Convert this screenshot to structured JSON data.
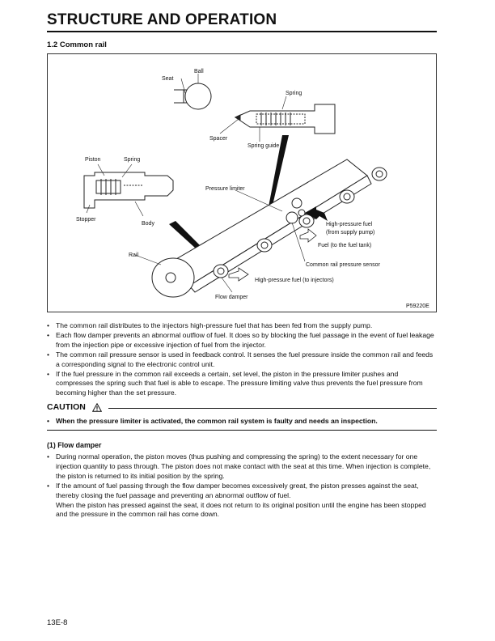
{
  "header": {
    "title": "STRUCTURE AND OPERATION"
  },
  "section": {
    "heading": "1.2  Common rail"
  },
  "figure": {
    "labels": {
      "ball": "Ball",
      "seat": "Seat",
      "spring_top": "Spring",
      "spacer": "Spacer",
      "spring_guide": "Spring guide",
      "piston": "Piston",
      "spring_left": "Spring",
      "pressure_limiter": "Pressure limiter",
      "stopper": "Stopper",
      "body": "Body",
      "high_pressure_in_1": "High-pressure fuel",
      "high_pressure_in_2": "(from supply pump)",
      "fuel_to_tank": "Fuel (to the fuel tank)",
      "rail": "Rail",
      "sensor": "Common rail pressure sensor",
      "high_pressure_out": "High-pressure fuel (to injectors)",
      "flow_damper": "Flow damper",
      "figure_code": "P59220E"
    }
  },
  "bullets": [
    "The common rail distributes to the injectors high-pressure fuel that has been fed from the supply pump.",
    "Each flow damper prevents an abnormal outflow of fuel. It does so by blocking the fuel passage in the event of fuel leakage from the injection pipe or excessive injection of fuel from the injector.",
    "The common rail pressure sensor is used in feedback control. It senses the fuel pressure inside the common rail and feeds a corresponding signal to the electronic control unit.",
    "If the fuel pressure in the common rail exceeds a certain, set level, the piston in the pressure limiter pushes and compresses the spring such that fuel is able to escape. The pressure limiting valve thus prevents the fuel pressure from becoming higher than the set pressure."
  ],
  "caution": {
    "title": "CAUTION",
    "icon": "warning-triangle-icon",
    "items": [
      "When the pressure limiter is activated, the common rail system is faulty and needs an inspection."
    ]
  },
  "flow_damper_section": {
    "heading": "(1)  Flow damper",
    "bullets": [
      "During normal operation, the piston moves (thus pushing and compressing the spring) to the extent necessary for one injection quantity to pass through. The piston does not make contact with the seat at this time. When injection is complete, the piston is returned to its initial position by the spring.",
      "If the amount of fuel passing through the flow damper becomes excessively great, the piston presses against the seat, thereby closing the fuel passage and preventing an abnormal outflow of fuel."
    ],
    "continuation": "When the piston has pressed against the seat, it does not return to its original position until the engine has been stopped and the pressure in the common rail has come down."
  },
  "footer": {
    "page_number": "13E-8"
  }
}
